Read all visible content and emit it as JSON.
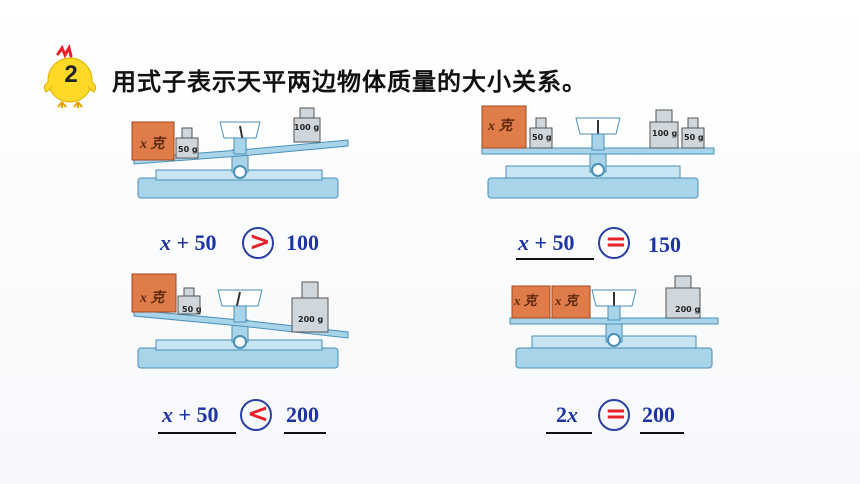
{
  "header": {
    "question_number": "2",
    "question_text": "用式子表示天平两边物体质量的大小关系。"
  },
  "colors": {
    "blue_text": "#1d33a6",
    "red_symbol": "#e8202a",
    "box": "#e07b4a",
    "scale_body": "#a8d4ea"
  },
  "scales": [
    {
      "left_items": [
        "x 克",
        "50 g"
      ],
      "right_items": [
        "100 g"
      ]
    },
    {
      "left_items": [
        "x 克",
        "50 g"
      ],
      "right_items": [
        "100 g",
        "50 g"
      ]
    },
    {
      "left_items": [
        "x 克",
        "50 g"
      ],
      "right_items": [
        "200 g"
      ]
    },
    {
      "left_items": [
        "x 克",
        "x 克"
      ],
      "right_items": [
        "200 g"
      ]
    }
  ],
  "expressions": [
    {
      "left_var": "x",
      "left_rest": " +  50",
      "symbol": ">",
      "right": "100"
    },
    {
      "left_var": "x",
      "left_rest": " +  50",
      "symbol": "=",
      "right": "150"
    },
    {
      "left_var": "x",
      "left_rest": " +  50",
      "symbol": "<",
      "right": "200"
    },
    {
      "left_num": "2",
      "left_var": "x",
      "symbol": "=",
      "right": "200"
    }
  ]
}
